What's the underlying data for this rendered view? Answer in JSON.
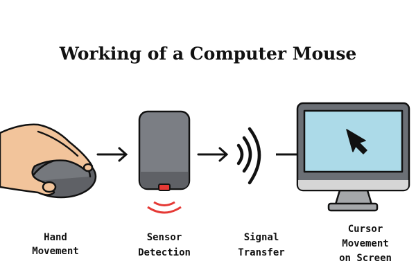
{
  "title": "Working of a Computer Mouse",
  "steps": [
    {
      "lines": [
        "Hand",
        "Movement"
      ],
      "icon": "hand-on-mouse-icon"
    },
    {
      "lines": [
        "Sensor",
        "Detection"
      ],
      "icon": "optical-sensor-icon"
    },
    {
      "lines": [
        "Signal",
        "Transfer"
      ],
      "icon": "signal-waves-icon"
    },
    {
      "lines": [
        "Cursor",
        "Movement",
        "on Screen"
      ],
      "icon": "monitor-cursor-icon"
    }
  ],
  "colors": {
    "skin": "#f2c49b",
    "mouse": "#5f6166",
    "sensor": "#7b7e84",
    "led": "#e53935",
    "screen": "#acdae8",
    "bezel": "#6b6f75"
  }
}
